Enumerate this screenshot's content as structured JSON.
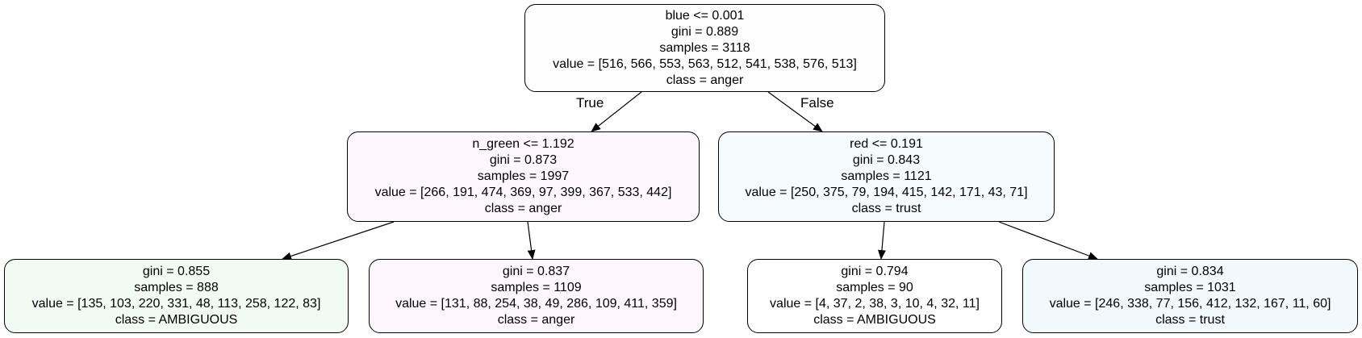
{
  "tree": {
    "edge_labels": {
      "true": "True",
      "false": "False"
    },
    "nodes": [
      {
        "id": "n0",
        "fill": "#fffeff",
        "lines": [
          "blue <= 0.001",
          "gini = 0.889",
          "samples = 3118",
          "value = [516, 566, 553, 563, 512, 541, 538, 576, 513]",
          "class = anger"
        ]
      },
      {
        "id": "n1",
        "fill": "#fef8fe",
        "lines": [
          "n_green <= 1.192",
          "gini = 0.873",
          "samples = 1997",
          "value = [266, 191, 474, 369, 97, 399, 367, 533, 442]",
          "class = anger"
        ]
      },
      {
        "id": "n2",
        "fill": "#f6fbfd",
        "lines": [
          "red <= 0.191",
          "gini = 0.843",
          "samples = 1121",
          "value = [250, 375, 79, 194, 415, 142, 171, 43, 71]",
          "class = trust"
        ]
      },
      {
        "id": "n3",
        "fill": "#f1faf3",
        "lines": [
          "gini = 0.855",
          "samples = 888",
          "value = [135, 103, 220, 331, 48, 113, 258, 122, 83]",
          "class = AMBIGUOUS"
        ]
      },
      {
        "id": "n4",
        "fill": "#fdf6fd",
        "lines": [
          "gini = 0.837",
          "samples = 1109",
          "value = [131, 88, 254, 38, 49, 286, 109, 411, 359]",
          "class = anger"
        ]
      },
      {
        "id": "n5",
        "fill": "#fefffe",
        "lines": [
          "gini = 0.794",
          "samples = 90",
          "value = [4, 37, 2, 38, 3, 10, 4, 32, 11]",
          "class = AMBIGUOUS"
        ]
      },
      {
        "id": "n6",
        "fill": "#f1f9fc",
        "lines": [
          "gini = 0.834",
          "samples = 1031",
          "value = [246, 338, 77, 156, 412, 132, 167, 11, 60]",
          "class = trust"
        ]
      }
    ],
    "edges": [
      {
        "from": "n0",
        "to": "n1"
      },
      {
        "from": "n0",
        "to": "n2"
      },
      {
        "from": "n1",
        "to": "n3"
      },
      {
        "from": "n1",
        "to": "n4"
      },
      {
        "from": "n2",
        "to": "n5"
      },
      {
        "from": "n2",
        "to": "n6"
      }
    ]
  }
}
